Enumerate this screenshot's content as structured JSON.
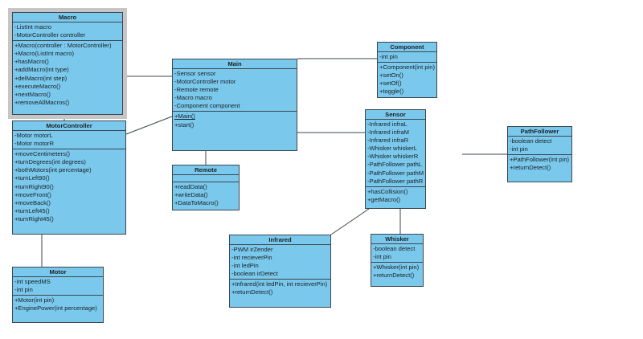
{
  "diagram": {
    "classes": [
      {
        "id": "macro",
        "name": "Macro",
        "selected": true,
        "attributes": [
          "-ListInt macro",
          "-MotorController controller"
        ],
        "operations": [
          "+Macro(controller : MotorController)",
          "+Macro(ListInt macro)",
          "+hasMacro()",
          "+addMacro(int type)",
          "+delMacro(int step)",
          "+executeMacro()",
          "+nextMacro()",
          "+removeAllMacros()"
        ]
      },
      {
        "id": "main",
        "name": "Main",
        "attributes": [
          "-Sensor sensor",
          "-MotorController motor",
          "-Remote remote",
          "-Macro macro",
          "-Component component"
        ],
        "operations": [
          "+Main()",
          "+start()"
        ],
        "underlined_operations": [
          "+Main()"
        ]
      },
      {
        "id": "component",
        "name": "Component",
        "attributes": [
          "-int pin"
        ],
        "operations": [
          "+Component(int pin)",
          "+setOn()",
          "+setOf()",
          "+toggle()"
        ]
      },
      {
        "id": "motorcontroller",
        "name": "MotorController",
        "attributes": [
          "-Motor motorL",
          "-Motor motorR"
        ],
        "operations": [
          "+moveCentimeters()",
          "+turnDegrees(int degrees)",
          "+bothMotors(int percentage)",
          "+turnLeft90()",
          "+turnRight90()",
          "+moveFront()",
          "+moveBack()",
          "+turnLeft45()",
          "+turnRight45()"
        ]
      },
      {
        "id": "sensor",
        "name": "Sensor",
        "attributes": [
          "-Infrared infraL",
          "-Infrared infraM",
          "-Infrared infraR",
          "-Whisker whiskerL",
          "-Whisker whiskerR",
          "-PathFollower pathL",
          "-PathFollower pathM",
          "-PathFollower pathR"
        ],
        "operations": [
          "+hasCollision()",
          "+getMacro()"
        ]
      },
      {
        "id": "pathfollower",
        "name": "PathFollower",
        "attributes": [
          "-boolean detect",
          "-int pin"
        ],
        "operations": [
          "+PathFollower(int pin)",
          "+returnDetect()"
        ]
      },
      {
        "id": "remote",
        "name": "Remote",
        "attributes": [],
        "operations": [
          "+readData()",
          "+writeData()",
          "+DataToMacro()"
        ]
      },
      {
        "id": "infrared",
        "name": "Infrared",
        "attributes": [
          "-PWM irZender",
          "-int recieverPin",
          "-int ledPin",
          "-boolean irDetect"
        ],
        "operations": [
          "+Infrared(int ledPin, int recieverPin)",
          "+returnDetect()"
        ]
      },
      {
        "id": "whisker",
        "name": "Whisker",
        "attributes": [
          "-boolean detect",
          "-int pin"
        ],
        "operations": [
          "+Whisker(int pin)",
          "+returnDetect()"
        ]
      },
      {
        "id": "motor",
        "name": "Motor",
        "attributes": [
          "-int speedMS",
          "-int pin"
        ],
        "operations": [
          "+Motor(int pin)",
          "+EnginePower(int percentage)"
        ]
      }
    ],
    "colors": {
      "class_fill": "#7ac9ed",
      "class_border": "#3c4650",
      "line": "#3c4650",
      "selection": "#c6c6c6"
    }
  }
}
